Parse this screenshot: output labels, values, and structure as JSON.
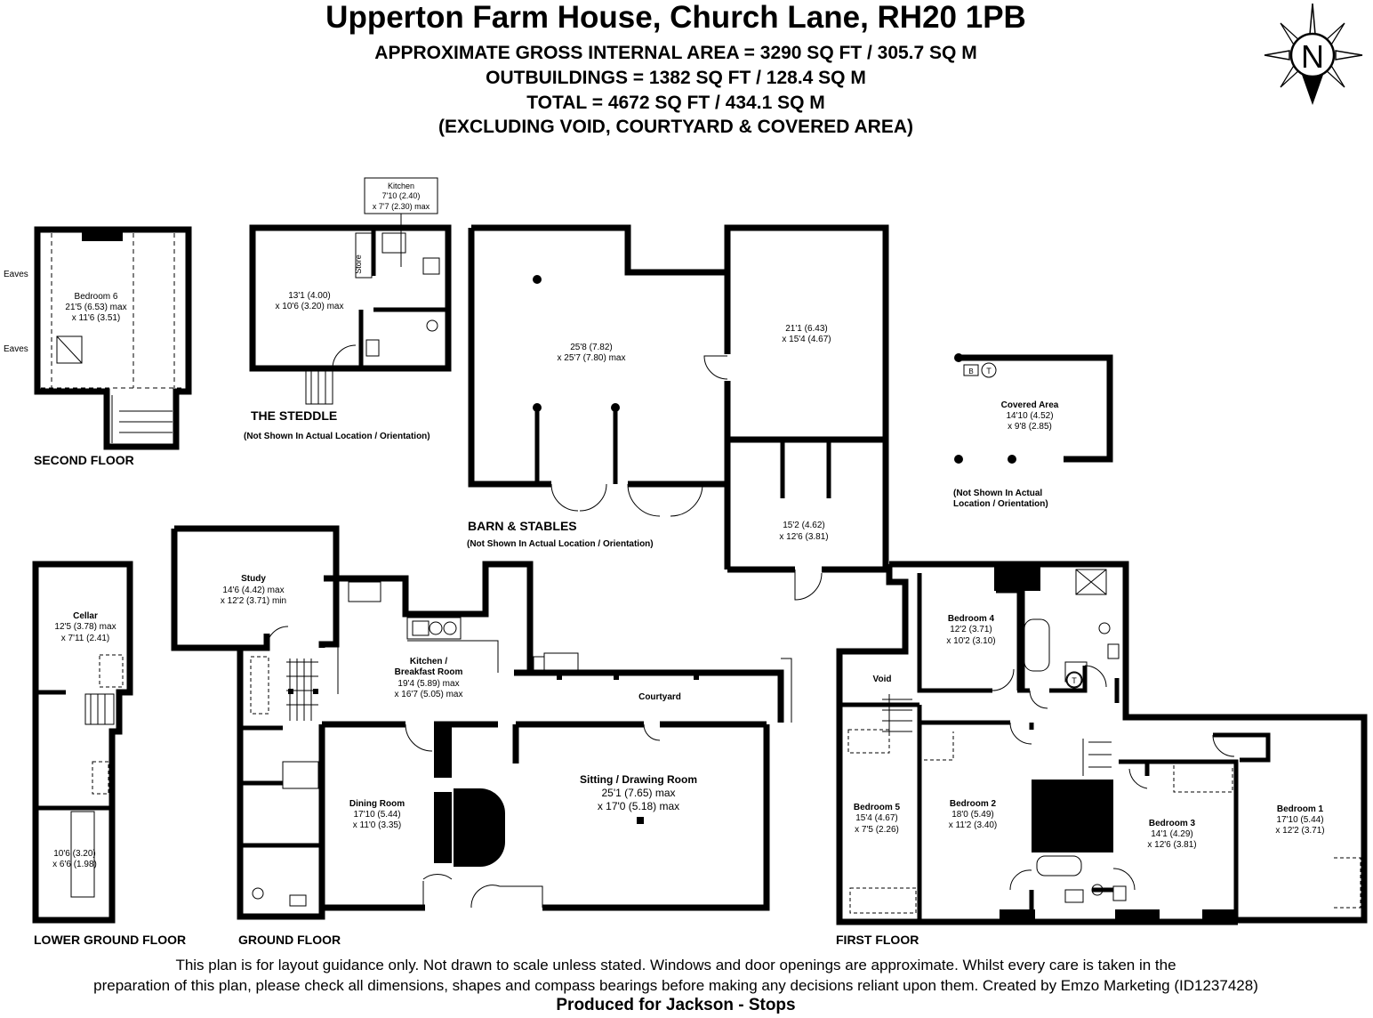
{
  "header": {
    "title": "Upperton Farm House, Church Lane, RH20 1PB",
    "line1": "APPROXIMATE GROSS INTERNAL AREA = 3290 SQ FT / 305.7 SQ M",
    "line2": "OUTBUILDINGS = 1382 SQ FT / 128.4 SQ M",
    "line3": "TOTAL = 4672 SQ FT / 434.1 SQ M",
    "line4": "(EXCLUDING VOID, COURTYARD & COVERED AREA)"
  },
  "compass": {
    "letter": "N"
  },
  "floors": {
    "second": "SECOND FLOOR",
    "lower_ground": "LOWER GROUND FLOOR",
    "ground": "GROUND FLOOR",
    "first": "FIRST FLOOR"
  },
  "outbuildings": {
    "steddle": "THE STEDDLE",
    "steddle_note": "(Not Shown In Actual Location / Orientation)",
    "barn": "BARN & STABLES",
    "barn_note": "(Not Shown In Actual Location / Orientation)",
    "covered_note_1": "(Not Shown In Actual",
    "covered_note_2": "Location / Orientation)"
  },
  "rooms": {
    "bedroom6": {
      "name": "Bedroom 6",
      "dim1": "21'5 (6.53) max",
      "dim2": "x 11'6 (3.51)"
    },
    "eaves": "Eaves",
    "steddle_kitchen": {
      "name": "Kitchen",
      "dim1": "7'10 (2.40)",
      "dim2": "x 7'7 (2.30) max"
    },
    "steddle_main": {
      "dim1": "13'1 (4.00)",
      "dim2": "x 10'6 (3.20) max"
    },
    "store": "Store",
    "barn_main": {
      "dim1": "25'8 (7.82)",
      "dim2": "x 25'7 (7.80) max"
    },
    "barn_right": {
      "dim1": "21'1 (6.43)",
      "dim2": "x 15'4 (4.67)"
    },
    "stables": {
      "dim1": "15'2 (4.62)",
      "dim2": "x 12'6 (3.81)"
    },
    "covered": {
      "name": "Covered Area",
      "dim1": "14'10 (4.52)",
      "dim2": "x 9'8 (2.85)"
    },
    "cellar": {
      "name": "Cellar",
      "dim1": "12'5 (3.78) max",
      "dim2": "x 7'11 (2.41)"
    },
    "cellar2": {
      "dim1": "10'6 (3.20)",
      "dim2": "x 6'6 (1.98)"
    },
    "study": {
      "name": "Study",
      "dim1": "14'6 (4.42) max",
      "dim2": "x 12'2 (3.71) min"
    },
    "kitchen": {
      "name1": "Kitchen /",
      "name2": "Breakfast Room",
      "dim1": "19'4 (5.89) max",
      "dim2": "x 16'7 (5.05) max"
    },
    "courtyard": "Courtyard",
    "sitting": {
      "name": "Sitting / Drawing Room",
      "dim1": "25'1 (7.65) max",
      "dim2": "x 17'0 (5.18) max"
    },
    "dining": {
      "name": "Dining Room",
      "dim1": "17'10 (5.44)",
      "dim2": "x 11'0 (3.35)"
    },
    "bedroom4": {
      "name": "Bedroom 4",
      "dim1": "12'2 (3.71)",
      "dim2": "x 10'2 (3.10)"
    },
    "void": "Void",
    "bedroom5": {
      "name": "Bedroom 5",
      "dim1": "15'4 (4.67)",
      "dim2": "x 7'5 (2.26)"
    },
    "bedroom2": {
      "name": "Bedroom 2",
      "dim1": "18'0 (5.49)",
      "dim2": "x 11'2 (3.40)"
    },
    "bedroom3": {
      "name": "Bedroom 3",
      "dim1": "14'1 (4.29)",
      "dim2": "x 12'6 (3.81)"
    },
    "bedroom1": {
      "name": "Bedroom 1",
      "dim1": "17'10 (5.44)",
      "dim2": "x 12'2 (3.71)"
    }
  },
  "symbols": {
    "tank": "T",
    "boiler": "B"
  },
  "footer": {
    "line1": "This plan is for layout guidance only. Not drawn to scale unless stated. Windows and door openings are approximate. Whilst every care is taken in the",
    "line2": "preparation of this plan, please check all dimensions, shapes and compass bearings before making any decisions reliant upon them. Created by Emzo Marketing (ID1237428)",
    "line3": "Produced for Jackson - Stops"
  }
}
